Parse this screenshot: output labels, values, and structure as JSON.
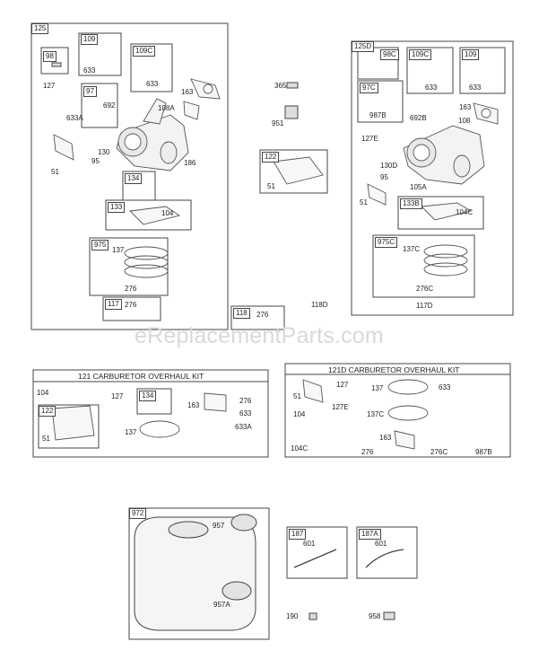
{
  "watermark": "eReplacementParts.com",
  "kits": {
    "k121": "121 CARBURETOR OVERHAUL KIT",
    "k121d": "121D CARBURETOR OVERHAUL KIT"
  },
  "groups": {
    "g125": "125",
    "g98": "98",
    "g109": "109",
    "g109c": "109C",
    "g97": "97",
    "g134": "134",
    "g133": "133",
    "g975": "975",
    "g117": "117",
    "g122": "122",
    "g118": "118",
    "g125d": "125D",
    "g98c": "98C",
    "g109c2": "109C",
    "g1092": "109",
    "g97c": "97C",
    "g133b": "133B",
    "g975c": "975C",
    "g122k": "122",
    "g134k": "134",
    "g972": "972",
    "g187": "187",
    "g187a": "187A"
  },
  "parts": {
    "p127": "127",
    "p633a": "633",
    "p633b": "633",
    "p692": "692",
    "p633A": "633A",
    "p108A": "108A",
    "p163a": "163",
    "p130": "130",
    "p95": "95",
    "p51a": "51",
    "p186": "186",
    "p104a": "104",
    "p137a": "137",
    "p276a": "276",
    "p276b": "276",
    "p365": "365",
    "p951": "951",
    "p51b": "51",
    "p276c": "276",
    "p633c": "633",
    "p633d": "633",
    "p987B": "987B",
    "p692B": "692B",
    "p163b": "163",
    "p108": "108",
    "p127E": "127E",
    "p130D": "130D",
    "p95b": "95",
    "p105A": "105A",
    "p51c": "51",
    "p104C": "104C",
    "p137C": "137C",
    "p276C": "276C",
    "p117D": "117D",
    "p118D": "118D",
    "k104": "104",
    "k127": "127",
    "k51": "51",
    "k163": "163",
    "k276": "276",
    "k633": "633",
    "k633A": "633A",
    "k137": "137",
    "d51": "51",
    "d127": "127",
    "d137": "137",
    "d633": "633",
    "d104": "104",
    "d127E": "127E",
    "d137C": "137C",
    "d163": "163",
    "d104C": "104C",
    "d276": "276",
    "d276C": "276C",
    "d987B": "987B",
    "p957": "957",
    "p957A": "957A",
    "p601a": "601",
    "p601b": "601",
    "p190": "190",
    "p958": "958"
  }
}
